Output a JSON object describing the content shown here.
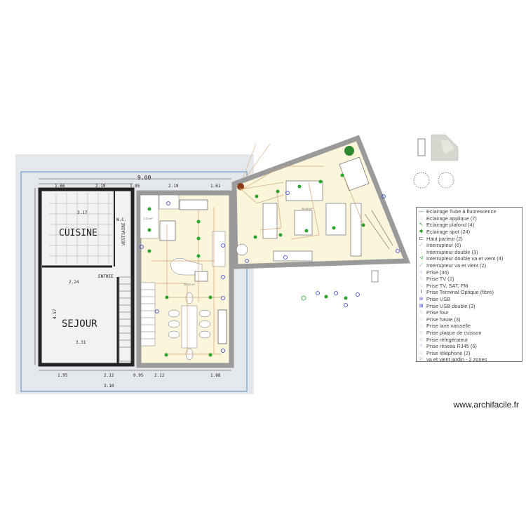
{
  "scan": {
    "rooms": [
      "CUISINE",
      "SEJOUR",
      "ENTREE",
      "W.C.",
      "VESTIAIRE"
    ],
    "dimensions": [
      "9.00",
      "1.66",
      "2.19",
      "1.95",
      "2.19",
      "1.61",
      "3.17",
      "2.24",
      "4.57",
      "3.31",
      "1.95",
      "2.12",
      "0.95",
      "2.12",
      "1.88",
      "3.10"
    ]
  },
  "plan": {
    "areas": [
      "1.53 m²",
      "26.32 m²",
      "26.84 m²"
    ],
    "colors": {
      "floor": "#fbf5dc",
      "wall": "#9a9a9a",
      "spot": "#2aa52a",
      "socket": "#2b3bd6",
      "wire": "#d4a373"
    }
  },
  "legend": {
    "items": [
      {
        "icon": "fluorescent-tube-icon",
        "symbol": "—",
        "color": "#2a8a2a",
        "label": "Eclairage Tube à fluorescence"
      },
      {
        "icon": "wall-light-icon",
        "symbol": "◌",
        "color": "#2aa52a",
        "label": "Eclairage applique (7)"
      },
      {
        "icon": "ceiling-light-icon",
        "symbol": "↖",
        "color": "#2aa52a",
        "label": "Eclairage plafond (4)"
      },
      {
        "icon": "spot-light-icon",
        "symbol": "✱",
        "color": "#1f8f1f",
        "label": "Eclairage spot (24)"
      },
      {
        "icon": "speaker-icon",
        "symbol": "⊏",
        "color": "#333333",
        "label": "Haut parleur (2)"
      },
      {
        "icon": "switch-icon",
        "symbol": "⟋",
        "color": "#2aa52a",
        "label": "Interrupteur (6)"
      },
      {
        "icon": "double-switch-icon",
        "symbol": "⁚",
        "color": "#2aa52a",
        "label": "Interrupteur double (3)"
      },
      {
        "icon": "double-two-way-switch-icon",
        "symbol": "≮",
        "color": "#2aa52a",
        "label": "Interrupteur double va et vient (4)"
      },
      {
        "icon": "two-way-switch-icon",
        "symbol": "⟋",
        "color": "#2aa52a",
        "label": "Interrupteur va et vient (2)"
      },
      {
        "icon": "socket-icon",
        "symbol": "⁘",
        "color": "#2b3bd6",
        "label": "Prise (36)"
      },
      {
        "icon": "tv-socket-icon",
        "symbol": "◌",
        "color": "#2b3bd6",
        "label": "Prise TV (2)"
      },
      {
        "icon": "tv-sat-fm-socket-icon",
        "symbol": "◌",
        "color": "#2b3bd6",
        "label": "Prise TV, SAT, FM"
      },
      {
        "icon": "fiber-terminal-icon",
        "symbol": "I",
        "color": "#333333",
        "label": "Prise Terminal Optique (fibre)"
      },
      {
        "icon": "usb-socket-icon",
        "symbol": "⊜",
        "color": "#2b3bd6",
        "label": "Prise USB"
      },
      {
        "icon": "double-usb-socket-icon",
        "symbol": "⊞",
        "color": "#2b3bd6",
        "label": "Prise USB double (3)"
      },
      {
        "icon": "oven-socket-icon",
        "symbol": "◌",
        "color": "#2b3bd6",
        "label": "Prise four"
      },
      {
        "icon": "high-socket-icon",
        "symbol": "◌",
        "color": "#2b3bd6",
        "label": "Prise haute (3)"
      },
      {
        "icon": "dishwasher-socket-icon",
        "symbol": "◌",
        "color": "#2b3bd6",
        "label": "Prise lave vaisselle"
      },
      {
        "icon": "cooktop-socket-icon",
        "symbol": "◌",
        "color": "#2b3bd6",
        "label": "Prise plaque de cuisson"
      },
      {
        "icon": "fridge-socket-icon",
        "symbol": "◌",
        "color": "#2b3bd6",
        "label": "Prise réfrigérateur"
      },
      {
        "icon": "rj45-socket-icon",
        "symbol": "⁘",
        "color": "#2b3bd6",
        "label": "Prise réseau RJ45 (6)"
      },
      {
        "icon": "phone-socket-icon",
        "symbol": "◌",
        "color": "#2b3bd6",
        "label": "Prise téléphone (2)"
      },
      {
        "icon": "garden-two-way-icon",
        "symbol": "⤫",
        "color": "#2aa52a",
        "label": "va et vient jardin - 2 zones"
      }
    ]
  },
  "footer": {
    "site": "www.archifacile.fr"
  }
}
